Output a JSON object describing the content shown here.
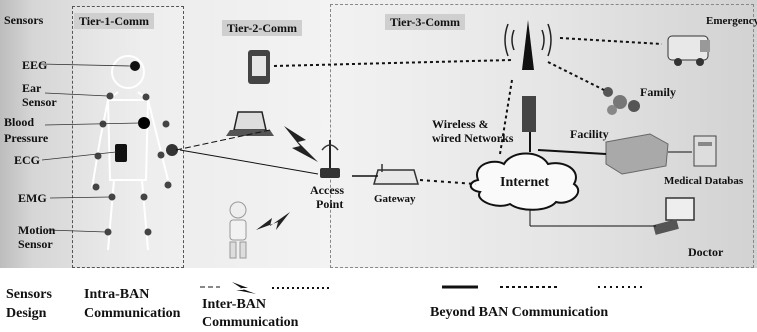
{
  "tiers": {
    "sensors": "Sensors",
    "tier1": "Tier-1-Comm",
    "tier2": "Tier-2-Comm",
    "tier3": "Tier-3-Comm"
  },
  "body_sensors": {
    "eeg": "EEG",
    "ear1": "Ear",
    "ear2": "Sensor",
    "bp1": "Blood",
    "bp2": "Pressure",
    "ecg": "ECG",
    "emg": "EMG",
    "motion1": "Motion",
    "motion2": "Sensor"
  },
  "network": {
    "access1": "Access",
    "access2": "Point",
    "gateway": "Gateway",
    "internet": "Internet",
    "wireless1": "Wireless &",
    "wireless2": "wired Networks",
    "emergency": "Emergency",
    "family": "Family",
    "facility": "Facility",
    "medical_db": "Medical Databas",
    "doctor": "Doctor"
  },
  "legend": {
    "sensors1": "Sensors",
    "sensors2": "Design",
    "intra1": "Intra-BAN",
    "intra2": "Communication",
    "inter1": "Inter-BAN",
    "inter2": "Communication",
    "beyond": "Beyond BAN Communication"
  }
}
